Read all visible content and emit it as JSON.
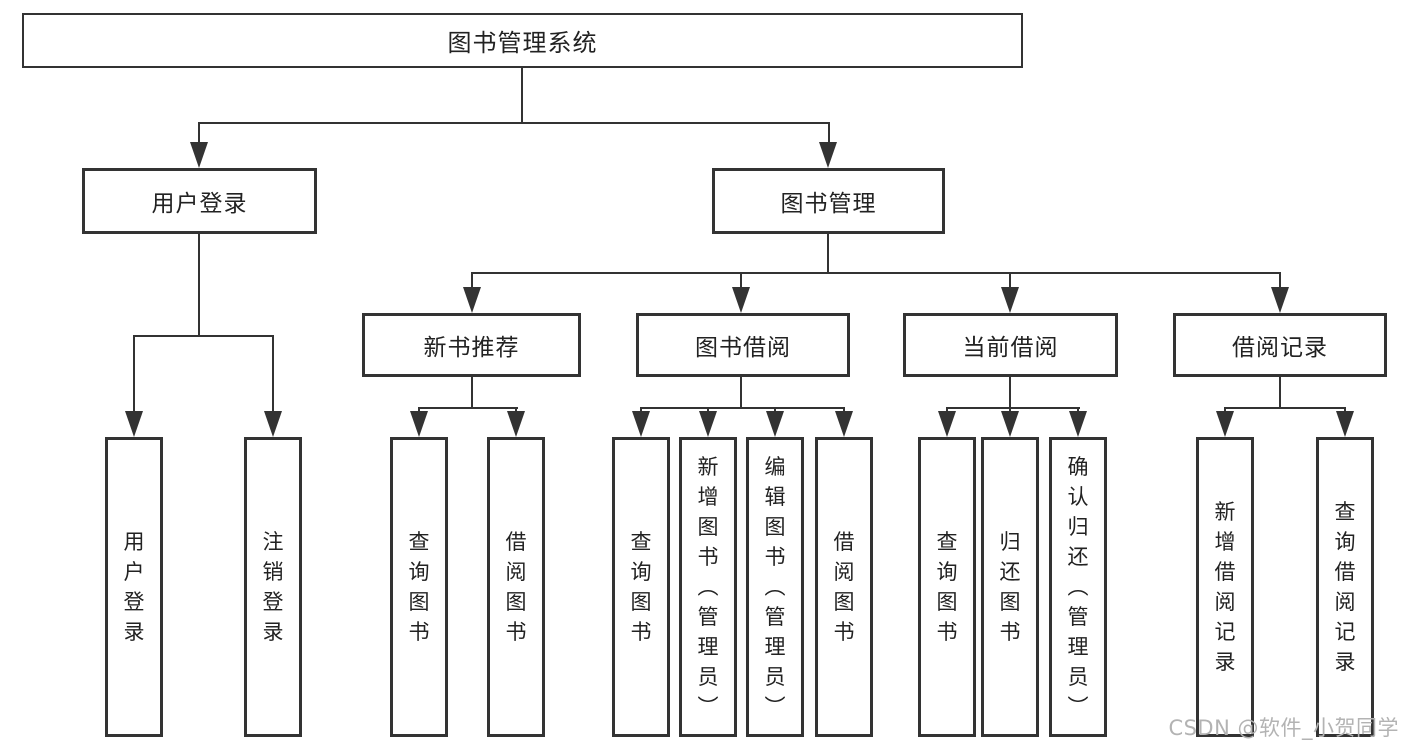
{
  "diagram": {
    "root": {
      "label": "图书管理系统"
    },
    "level2": [
      {
        "label": "用户登录"
      },
      {
        "label": "图书管理"
      }
    ],
    "level3": [
      {
        "label": "新书推荐",
        "parent": "图书管理"
      },
      {
        "label": "图书借阅",
        "parent": "图书管理"
      },
      {
        "label": "当前借阅",
        "parent": "图书管理"
      },
      {
        "label": "借阅记录",
        "parent": "图书管理"
      }
    ],
    "leaves": [
      {
        "label": "用户登录",
        "parent": "用户登录"
      },
      {
        "label": "注销登录",
        "parent": "用户登录"
      },
      {
        "label": "查询图书",
        "parent": "新书推荐"
      },
      {
        "label": "借阅图书",
        "parent": "新书推荐"
      },
      {
        "label": "查询图书",
        "parent": "图书借阅"
      },
      {
        "label": "新增图书（管理员）",
        "parent": "图书借阅"
      },
      {
        "label": "编辑图书（管理员）",
        "parent": "图书借阅"
      },
      {
        "label": "借阅图书",
        "parent": "图书借阅"
      },
      {
        "label": "查询图书",
        "parent": "当前借阅"
      },
      {
        "label": "归还图书",
        "parent": "当前借阅"
      },
      {
        "label": "确认归还（管理员）",
        "parent": "当前借阅"
      },
      {
        "label": "新增借阅记录",
        "parent": "借阅记录"
      },
      {
        "label": "查询借阅记录",
        "parent": "借阅记录"
      }
    ],
    "watermark": "CSDN @软件_小贺同学",
    "colors": {
      "line": "#333333",
      "text": "#222222",
      "watermark": "#b3b3b3",
      "background": "#ffffff"
    }
  }
}
